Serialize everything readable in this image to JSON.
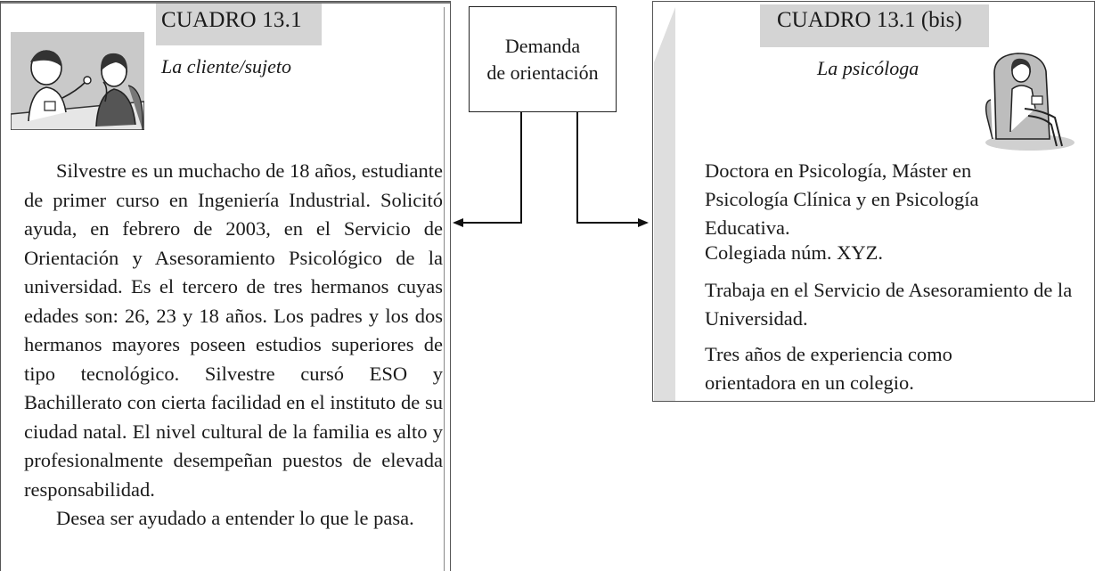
{
  "left_box": {
    "title": "CUADRO 13.1",
    "subtitle": "La cliente/sujeto",
    "illustration": "two-people-talking-illustration",
    "paragraphs": [
      "Silvestre es un muchacho de 18 años, estudiante de primer curso en Ingeniería Industrial. Solicitó ayuda, en febrero de 2003, en el Servicio de Orientación y Asesoramiento Psicológico de la universidad. Es el tercero de tres hermanos cuyas edades son: 26, 23 y 18 años. Los padres y los dos hermanos mayores poseen estudios superiores de tipo tecnológico. Silvestre cursó ESO y Bachillerato con cierta facilidad en el instituto de su ciudad natal. El nivel cultural de la familia es alto y profesionalmente desempeñan puestos de elevada responsabilidad.",
      "Desea ser ayudado a entender lo que le pasa."
    ]
  },
  "center_box": {
    "line1": "Demanda",
    "line2": "de orientación"
  },
  "right_box": {
    "title": "CUADRO 13.1 (bis)",
    "subtitle": "La psicóloga",
    "illustration": "psychologist-in-armchair-illustration",
    "paragraphs": [
      "Doctora en Psicología, Máster en Psicología Clínica y en Psicología Educativa.",
      "Colegiada núm. XYZ.",
      "Trabaja en el Servicio de Asesoramiento de la Universidad.",
      "Tres años de experiencia como orientadora en un colegio."
    ]
  },
  "colors": {
    "header_band": "#d4d4d4",
    "side_strip": "#dedede",
    "border": "#555555"
  }
}
